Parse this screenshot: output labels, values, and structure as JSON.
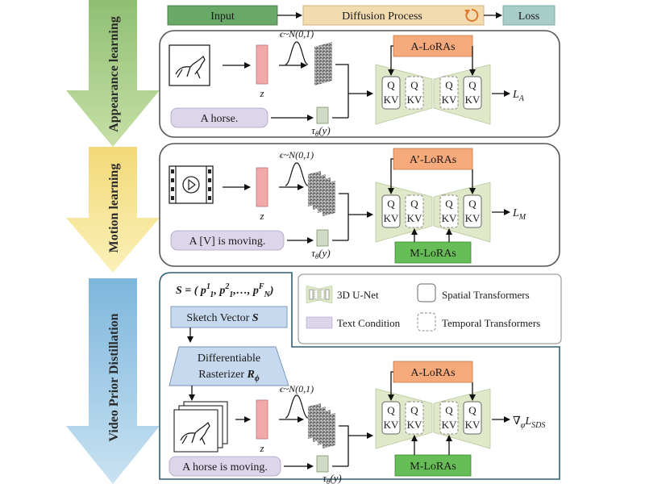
{
  "legend_bar": {
    "input": "Input",
    "diffusion": "Diffusion Process",
    "loss": "Loss"
  },
  "stages": {
    "appearance": {
      "side_label": "Appearance learning",
      "lora_label": "A-LoRAs",
      "prompt": "A horse.",
      "loss": "L",
      "loss_sub": "A"
    },
    "motion": {
      "side_label": "Motion learning",
      "lora_label": "A’-LoRAs",
      "motion_lora": "M-LoRAs",
      "prompt": "A [V] is moving.",
      "loss": "L",
      "loss_sub": "M"
    },
    "distill": {
      "side_label": "Video Prior Distillation",
      "sketch_formula": "S = ( p",
      "sketch_vector_label": "Sketch Vector",
      "sketch_vector_symbol": "S",
      "rasterizer_line1": "Differentiable",
      "rasterizer_line2": "Rasterizer",
      "rasterizer_symbol": "R",
      "rasterizer_sub": "ϕ",
      "lora_label": "A-LoRAs",
      "motion_lora": "M-LoRAs",
      "prompt": "A horse is moving.",
      "loss": "∇",
      "loss_sub": "SDS"
    }
  },
  "common": {
    "noise": "ϵ~N(0,1)",
    "z": "z",
    "tau": "τ",
    "tau_sub": "θ",
    "tau_arg": "(y)",
    "q": "Q",
    "kv": "KV"
  },
  "key": {
    "unet": "3D U-Net",
    "spatial": "Spatial Transformers",
    "text": "Text Condition",
    "temporal": "Temporal Transformers"
  },
  "colors": {
    "input_green": "#6aa868",
    "diffusion_tan": "#f3dbb0",
    "loss_teal": "#a8cdc9",
    "lora_orange": "#f6a97a",
    "mlora_green": "#66bd55",
    "unet_fill": "#dfe8c8",
    "latent_pink": "#f2a9a9",
    "text_lavender": "#ddd6ea",
    "blue_box": "#c7d9ee"
  }
}
